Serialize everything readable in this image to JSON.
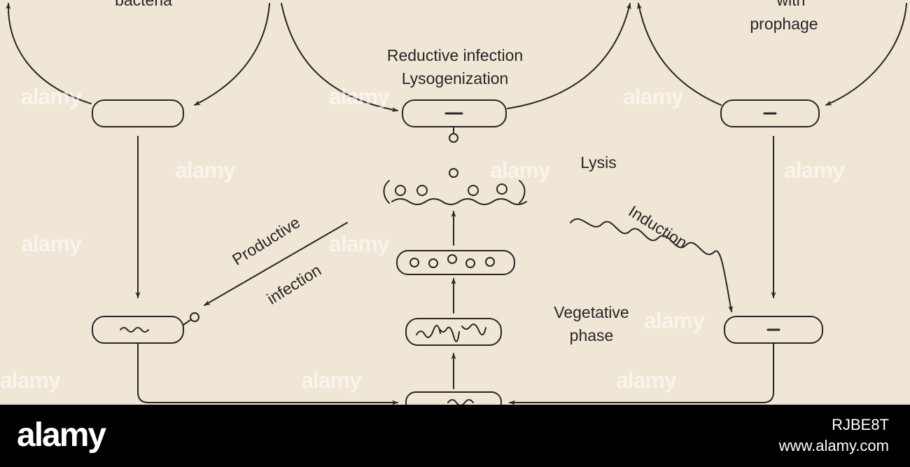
{
  "diagram": {
    "labels": {
      "bacteria_partial": "bacteria",
      "prophage_with": "with",
      "prophage": "prophage",
      "reductive_infection": "Reductive infection",
      "lysogenization": "Lysogenization",
      "lysis": "Lysis",
      "productive": "Productive",
      "infection": "infection",
      "induction": "Induction",
      "vegetative": "Vegetative",
      "phase": "phase"
    },
    "colors": {
      "background": "#efe6d6",
      "ink": "#262626"
    }
  },
  "watermark": {
    "text": "alamy",
    "letter": "a"
  },
  "footer": {
    "logo": "alamy",
    "image_id": "RJBE8T",
    "url": "www.alamy.com"
  }
}
